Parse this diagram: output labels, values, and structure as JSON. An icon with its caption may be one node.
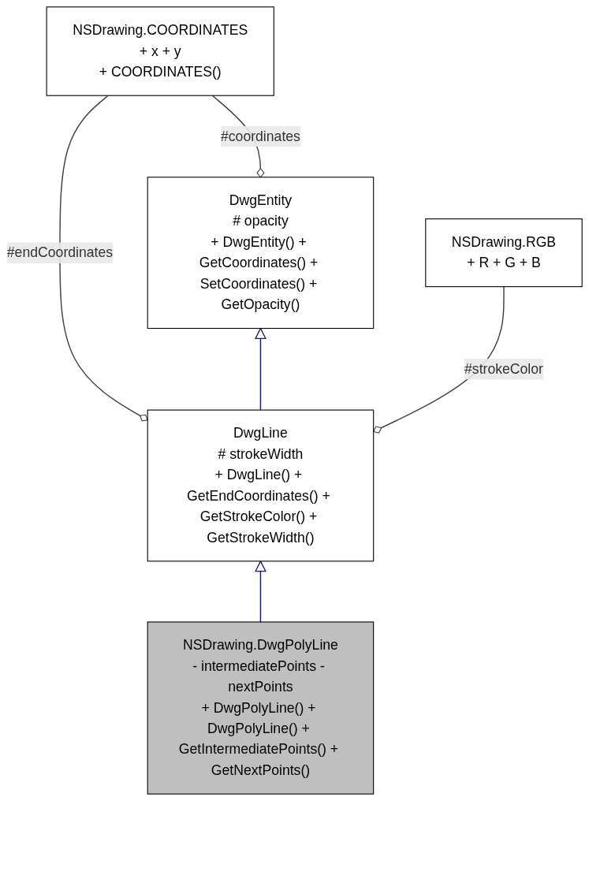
{
  "diagram": {
    "nodes": [
      {
        "text": [
          "NSDrawing.COORDINATES",
          "+ x + y",
          "+ COORDINATES()"
        ]
      },
      {
        "text": [
          "DwgEntity",
          "# opacity",
          "+ DwgEntity() + GetCoordinates() + SetCoordinates() + GetOpacity()"
        ]
      },
      {
        "text": [
          "NSDrawing.RGB",
          "+ R + G + B"
        ]
      },
      {
        "text": [
          "DwgLine",
          "# strokeWidth",
          "+ DwgLine() + GetEndCoordinates() + GetStrokeColor() + GetStrokeWidth()"
        ]
      },
      {
        "text": [
          "NSDrawing.DwgPolyLine",
          "- intermediatePoints - nextPoints",
          "+ DwgPolyLine() + DwgPolyLine() + GetIntermediatePoints() + GetNextPoints()"
        ]
      }
    ],
    "edges": [
      {
        "from": 0,
        "to": 1,
        "arrow": "other",
        "label": "#coordinates"
      },
      {
        "from": 0,
        "to": 3,
        "arrow": "other",
        "label": "#endCoordinates"
      },
      {
        "from": 3,
        "to": 1,
        "arrow": "to",
        "color": "#191970"
      },
      {
        "from": 2,
        "to": 3,
        "arrow": "other",
        "label": "#strokeColor"
      },
      {
        "from": 4,
        "to": 3,
        "arrow": "to",
        "color": "#191970"
      }
    ]
  }
}
